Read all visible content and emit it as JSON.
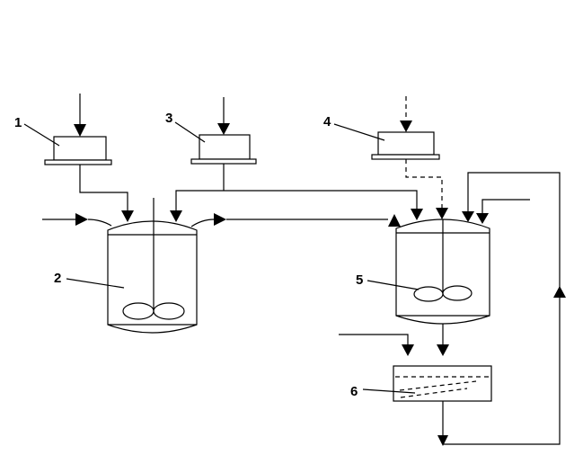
{
  "labels": {
    "hopper1": "1",
    "reactor2": "2",
    "hopper3": "3",
    "hopper4": "4",
    "reactor5": "5",
    "tank6": "6"
  },
  "colors": {
    "line": "#000000",
    "background": "#ffffff"
  }
}
